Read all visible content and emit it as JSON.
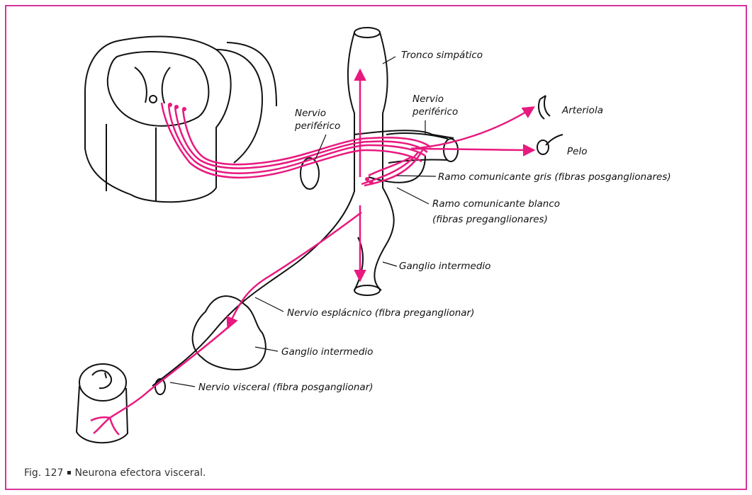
{
  "labels": {
    "tronco_simpatico": "Tronco simpático",
    "nervio_periferico_izq_1": "Nervio",
    "nervio_periferico_izq_2": "periférico",
    "nervio_periferico_der_1": "Nervio",
    "nervio_periferico_der_2": "periférico",
    "arteriola": "Arteriola",
    "pelo": "Pelo",
    "ramo_gris": "Ramo comunicante gris (fibras posganglionares)",
    "ramo_blanco_1": "Ramo comunicante blanco",
    "ramo_blanco_2": "(fibras preganglionares)",
    "ganglio_intermedio_1": "Ganglio intermedio",
    "nervio_esplacnico": "Nervio esplácnico (fibra preganglionar)",
    "ganglio_intermedio_2": "Ganglio intermedio",
    "nervio_visceral": "Nervio visceral (fibra posganglionar)"
  },
  "caption": {
    "number": "Fig. 127",
    "text": "Neurona efectora visceral."
  },
  "colors": {
    "frame": "#d6339a",
    "fiber": "#e8197f",
    "ink": "#111111"
  }
}
